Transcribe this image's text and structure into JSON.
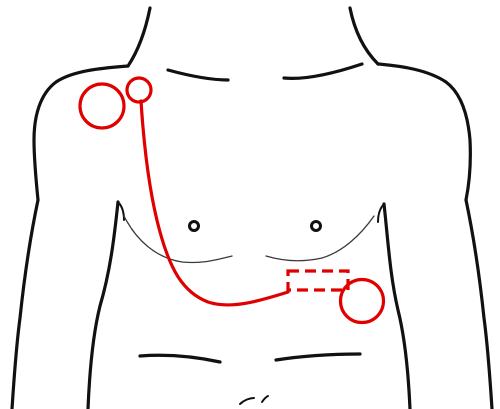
{
  "figure": {
    "subject": "male-chest-outline",
    "background": "#ffffff",
    "outline_color": "#111111"
  },
  "markers": {
    "color": "#e00000",
    "items": [
      {
        "kind": "circle",
        "role": "shoulder-circle"
      },
      {
        "kind": "circle",
        "role": "clavicle-entry-circle"
      },
      {
        "kind": "path",
        "role": "subcutaneous-lead-line"
      },
      {
        "kind": "dashed-rectangle",
        "role": "device-outline"
      },
      {
        "kind": "circle",
        "role": "device-side-circle"
      }
    ]
  }
}
